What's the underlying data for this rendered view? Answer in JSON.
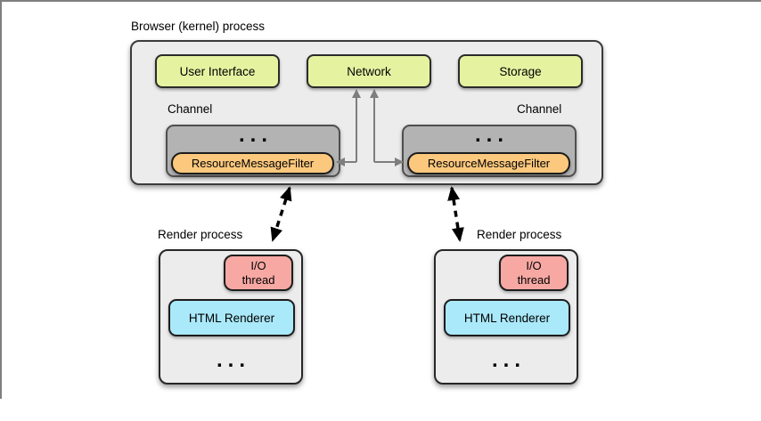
{
  "browser": {
    "title": "Browser (kernel) process",
    "components": [
      {
        "label": "User Interface"
      },
      {
        "label": "Network"
      },
      {
        "label": "Storage"
      }
    ],
    "channels": [
      {
        "label": "Channel",
        "dots": "...",
        "filter_label": "ResourceMessageFilter"
      },
      {
        "label": "Channel",
        "dots": "...",
        "filter_label": "ResourceMessageFilter"
      }
    ]
  },
  "render_processes": [
    {
      "label": "Render process",
      "io_thread": {
        "line1": "I/O",
        "line2": "thread"
      },
      "renderer_label": "HTML Renderer",
      "dots": "..."
    },
    {
      "label": "Render process",
      "io_thread": {
        "line1": "I/O",
        "line2": "thread"
      },
      "renderer_label": "HTML Renderer",
      "dots": "..."
    }
  ],
  "connections": [
    {
      "from": "Network",
      "to": "left ResourceMessageFilter",
      "style": "solid-gray-elbow",
      "bidirectional": true
    },
    {
      "from": "Network",
      "to": "right ResourceMessageFilter",
      "style": "solid-gray-elbow",
      "bidirectional": true
    },
    {
      "from": "Browser process (left channel)",
      "to": "left Render process",
      "style": "dashed-black",
      "bidirectional": true
    },
    {
      "from": "Browser process (right channel)",
      "to": "right Render process",
      "style": "dashed-black",
      "bidirectional": true
    }
  ],
  "colors": {
    "component_fill": "#e5f3a1",
    "channel_fill": "#b3b3b3",
    "filter_fill": "#fbc87e",
    "process_fill": "#ececec",
    "io_fill": "#f7a8a3",
    "renderer_fill": "#aae9fa",
    "connector_gray": "#7e7e7e",
    "arrow_black": "#000000",
    "frame_border": "#7f7f7f"
  }
}
